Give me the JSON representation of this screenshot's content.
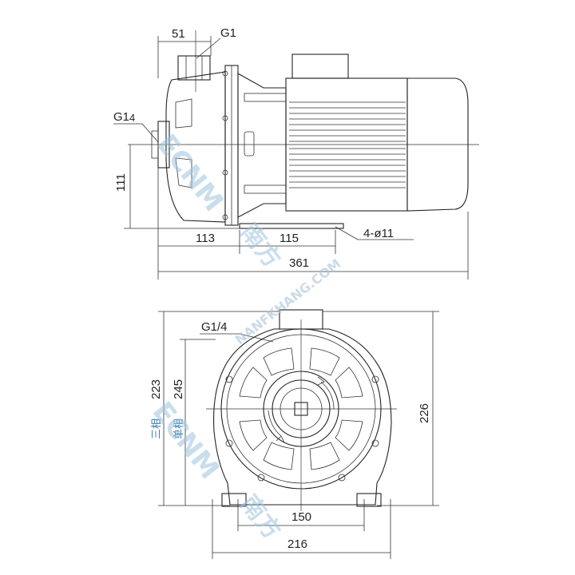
{
  "side_view": {
    "dim_top_51": "51",
    "label_outlet_g1": "G1",
    "label_inlet_g1": "G1",
    "label_inlet_quarter": "4",
    "dim_height_111": "111",
    "dim_113": "113",
    "dim_115": "115",
    "dim_holes": "4-ø11",
    "dim_total_361": "361"
  },
  "front_view": {
    "label_port": "G1/4",
    "dim_223": "223",
    "dim_245": "245",
    "label_three_phase": "三相",
    "label_single_phase": "单相",
    "dim_226": "226",
    "dim_150": "150",
    "dim_216": "216"
  },
  "watermark": {
    "brand": "ECNM",
    "brand_cn": "南方",
    "url": "NANFKHANG.COM",
    "color": "#9ec4de"
  }
}
